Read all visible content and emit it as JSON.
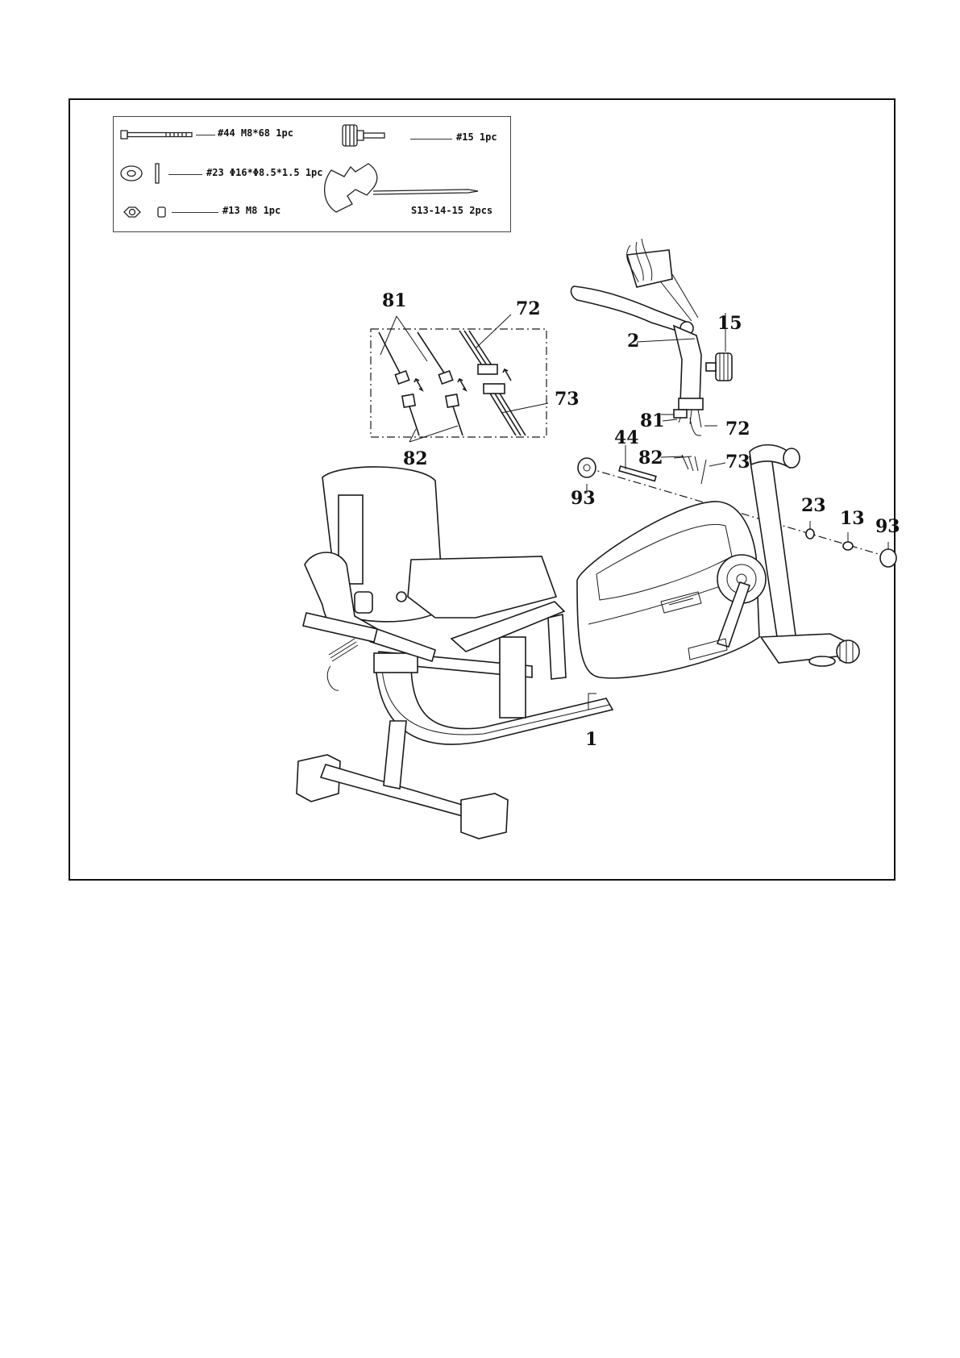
{
  "hardware": {
    "bolt": "#44 M8*68 1pc",
    "knob": "#15  1pc",
    "washer": "#23 Φ16*Φ8.5*1.5 1pc",
    "nut": "#13 M8 1pc",
    "wrench": "S13-14-15 2pcs"
  },
  "callouts": {
    "c81_inset": "81",
    "c72_inset": "72",
    "c73_inset": "73",
    "c82_inset": "82",
    "c2": "2",
    "c15": "15",
    "c81": "81",
    "c72": "72",
    "c44": "44",
    "c82": "82",
    "c73": "73",
    "c93_left": "93",
    "c23": "23",
    "c13": "13",
    "c93_right": "93",
    "c1": "1"
  }
}
